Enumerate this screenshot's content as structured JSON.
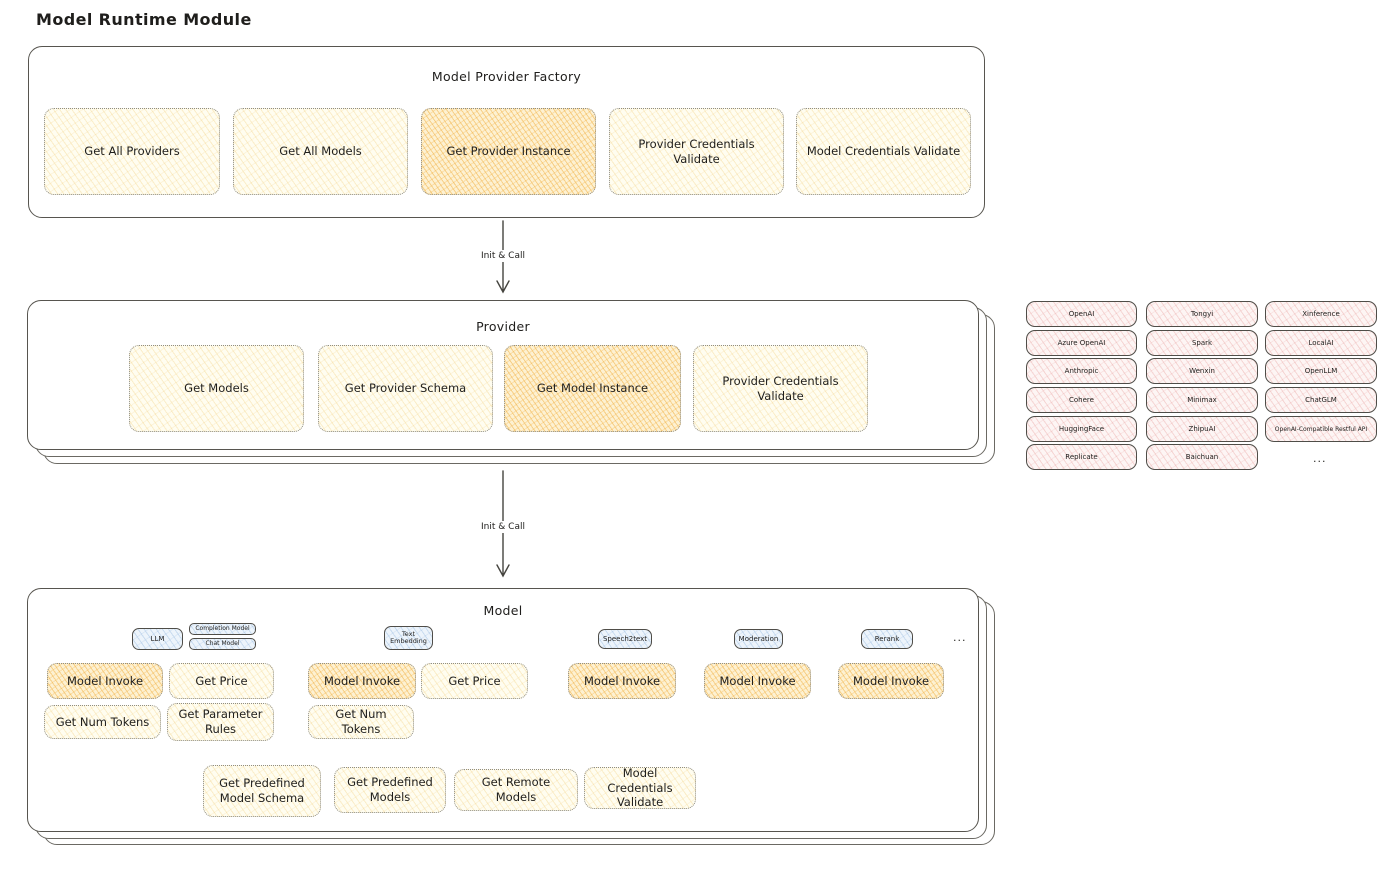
{
  "title": "Model Runtime Module",
  "arrow_label": "Init & Call",
  "colors": {
    "ink": "#1f1e1c",
    "yellow_hatch": "#f0c86e",
    "orange_hatch": "#f1af3e",
    "pink_hatch": "#e28482",
    "blue_hatch": "#7da8d8",
    "border": "#57554f"
  },
  "factory": {
    "title": "Model Provider Factory",
    "boxes": [
      {
        "label": "Get All Providers",
        "highlighted": false
      },
      {
        "label": "Get All Models",
        "highlighted": false
      },
      {
        "label": "Get Provider Instance",
        "highlighted": true
      },
      {
        "label": "Provider Credentials Validate",
        "highlighted": false
      },
      {
        "label": "Model Credentials Validate",
        "highlighted": false
      }
    ]
  },
  "provider": {
    "title": "Provider",
    "boxes": [
      {
        "label": "Get Models",
        "highlighted": false
      },
      {
        "label": "Get Provider Schema",
        "highlighted": false
      },
      {
        "label": "Get Model Instance",
        "highlighted": true
      },
      {
        "label": "Provider Credentials Validate",
        "highlighted": false
      }
    ]
  },
  "providers_list": {
    "items": [
      "OpenAI",
      "Tongyi",
      "Xinference",
      "Azure OpenAI",
      "Spark",
      "LocalAI",
      "Anthropic",
      "Wenxin",
      "OpenLLM",
      "Cohere",
      "Minimax",
      "ChatGLM",
      "HuggingFace",
      "ZhipuAI",
      "OpenAI-Compatible Restful API",
      "Replicate",
      "Baichuan"
    ],
    "more": "..."
  },
  "model": {
    "title": "Model",
    "tabs": {
      "llm": "LLM",
      "completion": "Completion Model",
      "chat": "Chat Model",
      "text_embedding": "Text Embedding",
      "speech2text": "Speech2text",
      "moderation": "Moderation",
      "rerank": "Rerank",
      "more": "..."
    },
    "functions": {
      "llm_invoke": "Model Invoke",
      "llm_get_price": "Get Price",
      "llm_get_num_tokens": "Get Num Tokens",
      "llm_get_parameter_rules": "Get Parameter Rules",
      "te_invoke": "Model Invoke",
      "te_get_price": "Get Price",
      "te_get_num_tokens": "Get Num Tokens",
      "s2t_invoke": "Model Invoke",
      "moderation_invoke": "Model Invoke",
      "rerank_invoke": "Model Invoke"
    },
    "bottom": [
      "Get Predefined Model Schema",
      "Get Predefined Models",
      "Get Remote Models",
      "Model Credentials Validate"
    ]
  }
}
